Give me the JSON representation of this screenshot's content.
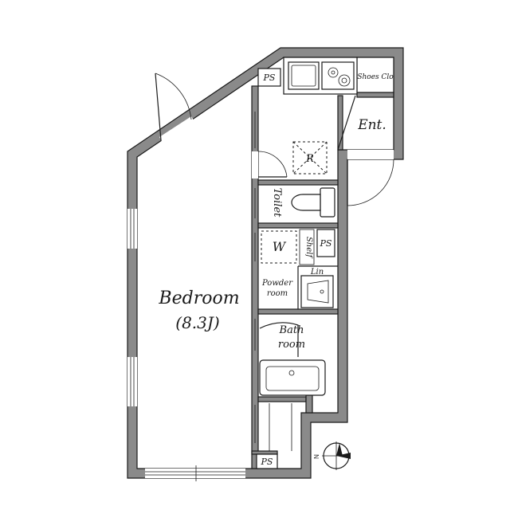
{
  "rooms": {
    "bedroom": {
      "label": "Bedroom",
      "area": "(8.3J)"
    },
    "entrance": "Ent.",
    "shoes_closet": "Shoes Clo",
    "toilet": "Toilet",
    "washer": "W",
    "shelf": "Shelf",
    "linen": "Lin",
    "powder_room": [
      "Powder",
      "room"
    ],
    "bath_room": [
      "Bath",
      "room"
    ],
    "refrigerator": "R",
    "pipe_space": "PS"
  },
  "compass": {
    "north": "N"
  }
}
